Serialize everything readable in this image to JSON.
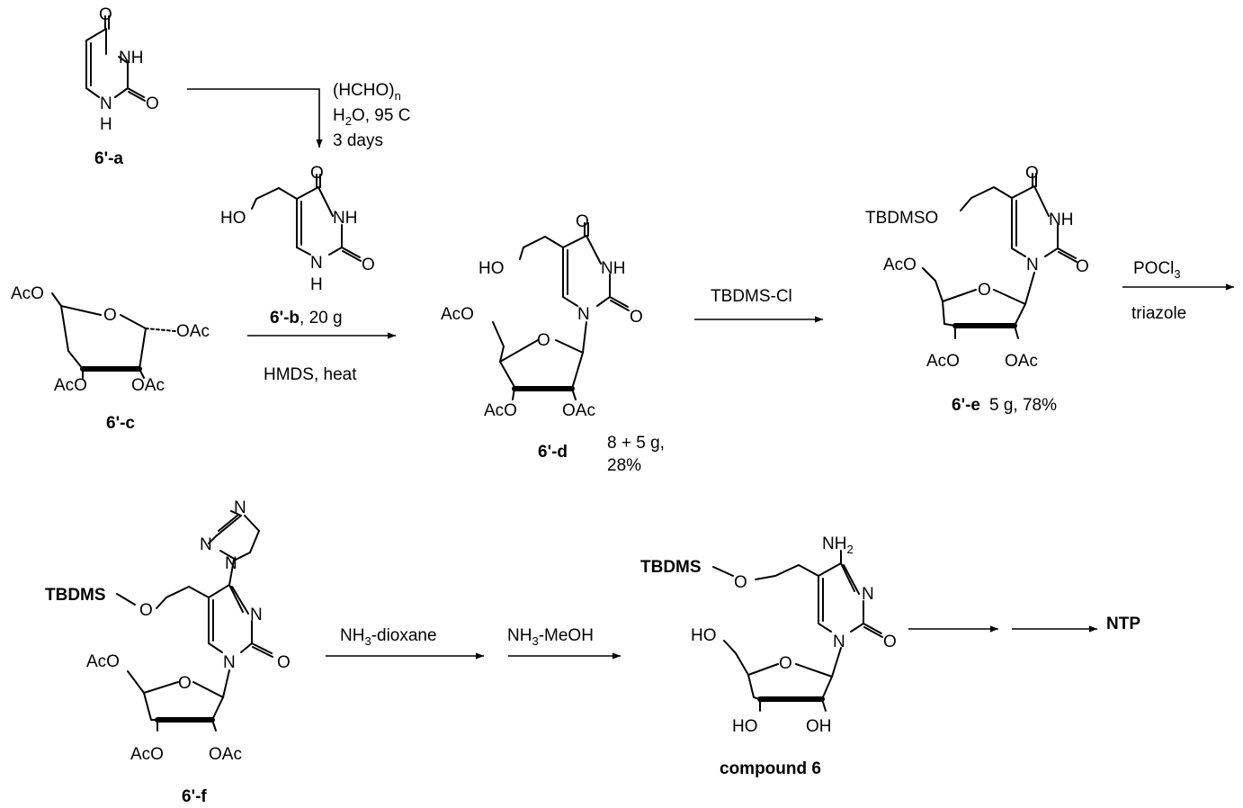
{
  "compounds": {
    "a": {
      "id": "6'-a"
    },
    "b": {
      "id": "6'-b",
      "amount": ", 20 g"
    },
    "c": {
      "id": "6'-c"
    },
    "d": {
      "id": "6'-d",
      "yield_line1": "8 + 5 g,",
      "yield_line2": "28%"
    },
    "e": {
      "id": "6'-e",
      "yield": "5 g, 78%"
    },
    "f": {
      "id": "6'-f"
    },
    "final": {
      "id": "compound 6"
    },
    "product": {
      "id": "NTP"
    }
  },
  "conditions": {
    "step1_line1": "(HCHO)",
    "step1_line1_sub": "n",
    "step1_line2_a": "H",
    "step1_line2_sub": "2",
    "step1_line2_b": "O, 95 C",
    "step1_line3": "3 days",
    "step2": "HMDS, heat",
    "step3": "TBDMS-Cl",
    "step4_top": "POCl",
    "step4_top_sub": "3",
    "step4_bottom": "triazole",
    "step5_a": "NH",
    "step5_sub": "3",
    "step5_b": "-dioxane",
    "step6_a": "NH",
    "step6_sub": "3",
    "step6_b": "-MeOH"
  },
  "atoms": {
    "O": "O",
    "NH": "NH",
    "N": "N",
    "H": "H",
    "HO": "HO",
    "OH": "OH",
    "AcO": "AcO",
    "OAc": "OAc",
    "NH2_a": "NH",
    "NH2_sub": "2",
    "TBDMSO": "TBDMSO",
    "TBDMS": "TBDMS"
  }
}
